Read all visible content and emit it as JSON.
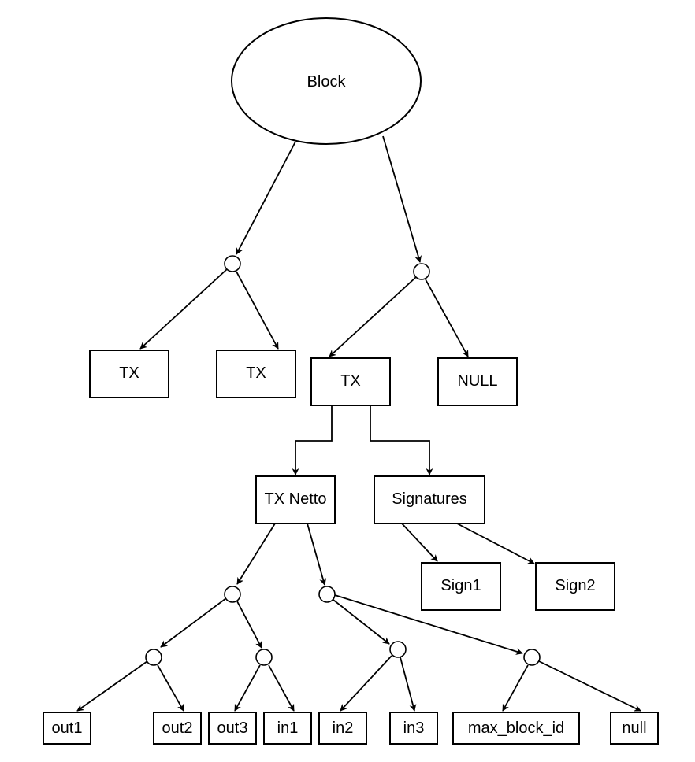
{
  "diagram": {
    "type": "tree",
    "root": "Block",
    "nodes": [
      {
        "id": "block",
        "label": "Block",
        "shape": "ellipse"
      },
      {
        "id": "j1",
        "label": "",
        "shape": "junction"
      },
      {
        "id": "j2",
        "label": "",
        "shape": "junction"
      },
      {
        "id": "tx1",
        "label": "TX",
        "shape": "box"
      },
      {
        "id": "tx2",
        "label": "TX",
        "shape": "box"
      },
      {
        "id": "tx3",
        "label": "TX",
        "shape": "box"
      },
      {
        "id": "null_top",
        "label": "NULL",
        "shape": "box"
      },
      {
        "id": "txnetto",
        "label": "TX Netto",
        "shape": "box"
      },
      {
        "id": "signatures",
        "label": "Signatures",
        "shape": "box"
      },
      {
        "id": "sign1",
        "label": "Sign1",
        "shape": "box"
      },
      {
        "id": "sign2",
        "label": "Sign2",
        "shape": "box"
      },
      {
        "id": "j3",
        "label": "",
        "shape": "junction"
      },
      {
        "id": "j4",
        "label": "",
        "shape": "junction"
      },
      {
        "id": "j5",
        "label": "",
        "shape": "junction"
      },
      {
        "id": "j6",
        "label": "",
        "shape": "junction"
      },
      {
        "id": "j7",
        "label": "",
        "shape": "junction"
      },
      {
        "id": "j8",
        "label": "",
        "shape": "junction"
      },
      {
        "id": "out1",
        "label": "out1",
        "shape": "box"
      },
      {
        "id": "out2",
        "label": "out2",
        "shape": "box"
      },
      {
        "id": "out3",
        "label": "out3",
        "shape": "box"
      },
      {
        "id": "in1",
        "label": "in1",
        "shape": "box"
      },
      {
        "id": "in2",
        "label": "in2",
        "shape": "box"
      },
      {
        "id": "in3",
        "label": "in3",
        "shape": "box"
      },
      {
        "id": "max_block_id",
        "label": "max_block_id",
        "shape": "box"
      },
      {
        "id": "null_leaf",
        "label": "null",
        "shape": "box"
      }
    ],
    "edges": [
      {
        "from": "block",
        "to": "j1"
      },
      {
        "from": "block",
        "to": "j2"
      },
      {
        "from": "j1",
        "to": "tx1"
      },
      {
        "from": "j1",
        "to": "tx2"
      },
      {
        "from": "j2",
        "to": "tx3"
      },
      {
        "from": "j2",
        "to": "null_top"
      },
      {
        "from": "tx3",
        "to": "txnetto"
      },
      {
        "from": "tx3",
        "to": "signatures"
      },
      {
        "from": "signatures",
        "to": "sign1"
      },
      {
        "from": "signatures",
        "to": "sign2"
      },
      {
        "from": "txnetto",
        "to": "j3"
      },
      {
        "from": "txnetto",
        "to": "j4"
      },
      {
        "from": "j3",
        "to": "j5"
      },
      {
        "from": "j3",
        "to": "j6"
      },
      {
        "from": "j5",
        "to": "out1"
      },
      {
        "from": "j5",
        "to": "out2"
      },
      {
        "from": "j6",
        "to": "out3"
      },
      {
        "from": "j6",
        "to": "in1"
      },
      {
        "from": "j4",
        "to": "j7"
      },
      {
        "from": "j4",
        "to": "j8"
      },
      {
        "from": "j7",
        "to": "in2"
      },
      {
        "from": "j7",
        "to": "in3"
      },
      {
        "from": "j8",
        "to": "max_block_id"
      },
      {
        "from": "j8",
        "to": "null_leaf"
      }
    ]
  },
  "colors": {
    "stroke": "#000000",
    "fill": "#ffffff",
    "text": "#000000"
  }
}
